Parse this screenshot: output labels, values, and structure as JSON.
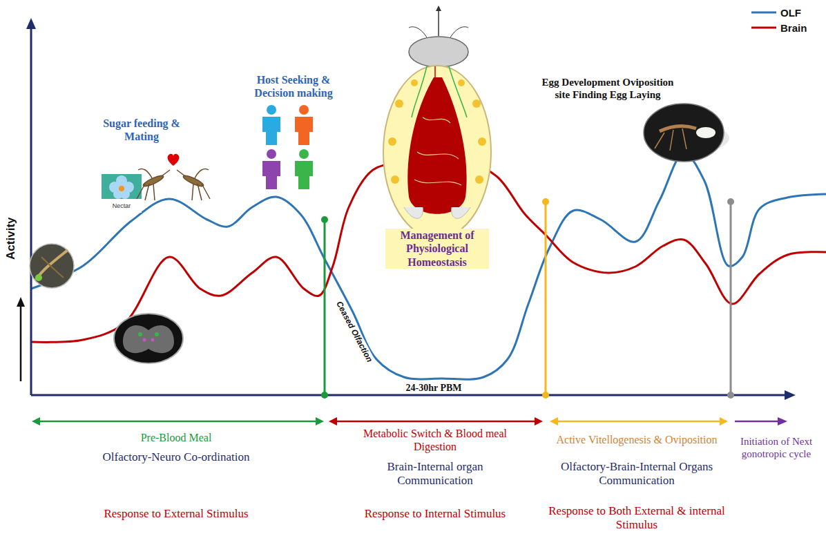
{
  "diagram": {
    "labels": [
      "Activity",
      "Sugar feeding & Mating",
      "Nectar",
      "Host Seeking & Decision making",
      "Management of Physiological Homeostasis",
      "Egg Development Oviposition site Finding Egg Laying",
      "Ceased Olfaction",
      "24-30hr PBM",
      "Pre-Blood Meal",
      "Olfactory-Neuro Co-ordination",
      "Metabolic Switch & Blood meal Digestion",
      "Brain-Internal organ Communication",
      "Active Vitellogenesis & Oviposition",
      "Olfactory-Brain-Internal Organs Communication",
      "Initiation of Next gonotropic cycle",
      "Response to External Stimulus",
      "Response to Internal Stimulus",
      "Response to Both External & internal Stimulus"
    ],
    "legend": [
      {
        "text": "OLF"
      },
      {
        "text": "Brain"
      }
    ]
  }
}
